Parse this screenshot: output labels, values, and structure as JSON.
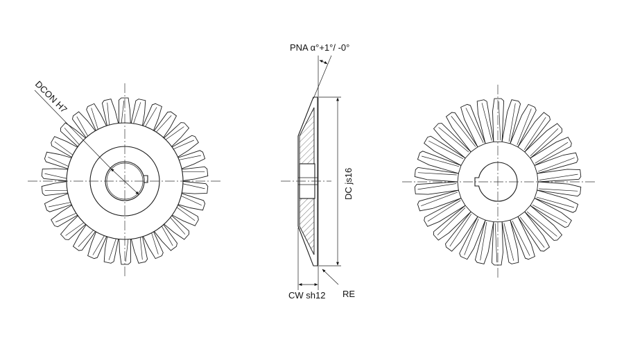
{
  "drawing": {
    "labels": {
      "bore": "DCON H7",
      "angle": "PNA α°+1°/ -0°",
      "diameter": "DC js16",
      "width": "CW sh12",
      "radius": "RE"
    },
    "left_gear": {
      "tooth_count": 30
    },
    "right_gear": {
      "tooth_count": 30
    }
  }
}
